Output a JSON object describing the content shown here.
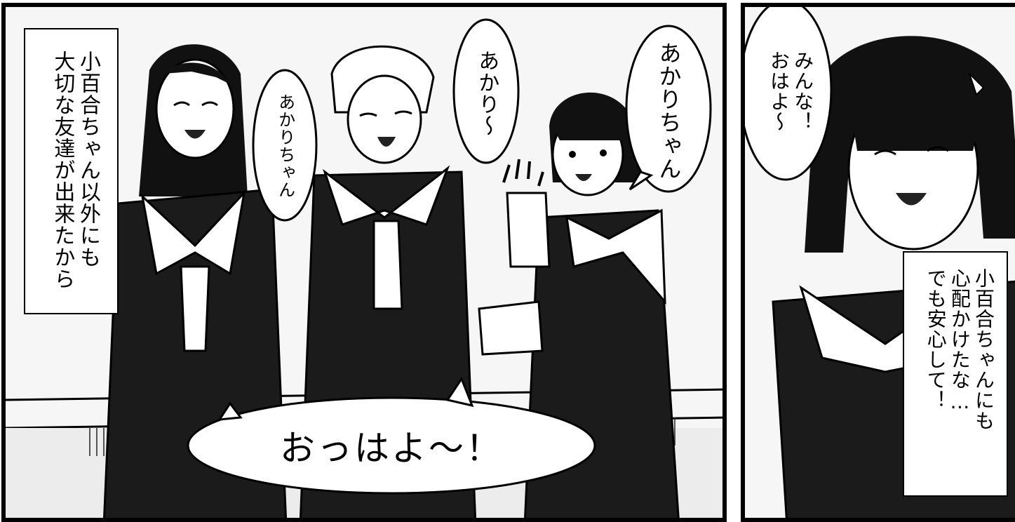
{
  "panels": {
    "left": {
      "narration": "小百合ちゃん以外にも\n大切な友達が出来たから",
      "bubbles": [
        {
          "id": "bubble-akari-chan-small",
          "text": "あかりちゃん"
        },
        {
          "id": "bubble-akari-wave",
          "text": "あかり〜"
        },
        {
          "id": "bubble-akari-chan-right",
          "text": "あかりちゃん"
        }
      ],
      "shout": "おっはよ〜！"
    },
    "right": {
      "bubble": "みんな！\nおはよ〜",
      "narration": "小百合ちゃんにも\n心配かけたな…\nでも安心して！"
    }
  }
}
